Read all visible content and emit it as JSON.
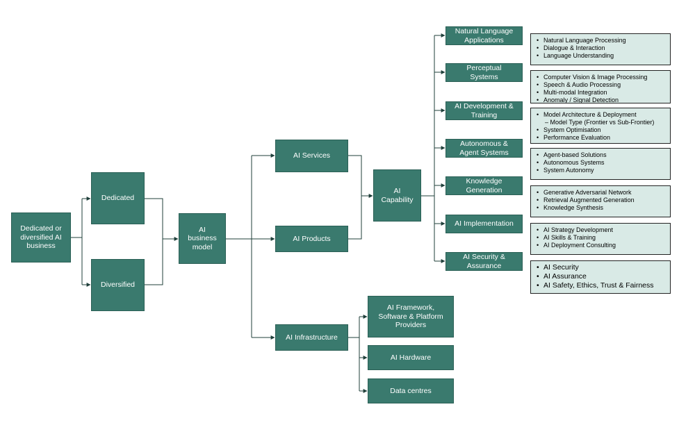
{
  "nodes": {
    "root": "Dedicated or\ndiversified AI\nbusiness",
    "dedicated": "Dedicated",
    "diversified": "Diversified",
    "business_model": "AI\nbusiness\nmodel",
    "services": "AI Services",
    "products": "AI Products",
    "infrastructure": "AI Infrastructure",
    "capability": "AI\nCapability",
    "framework": "AI Framework,\nSoftware & Platform\nProviders",
    "hardware": "AI Hardware",
    "data_centres": "Data centres",
    "cap_nla": "Natural Language\nApplications",
    "cap_perceptual": "Perceptual\nSystems",
    "cap_dev": "AI Development  &\nTraining",
    "cap_auto": "Autonomous  &\nAgent Systems",
    "cap_knowledge": "Knowledge\nGeneration",
    "cap_impl": "AI Implementation",
    "cap_security": "AI Security &\nAssurance"
  },
  "details": {
    "nla": [
      "Natural Language Processing",
      "Dialogue & Interaction",
      "Language Understanding"
    ],
    "perceptual": [
      "Computer Vision & Image Processing",
      "Speech & Audio Processing",
      "Multi-modal Integration",
      "Anomaly / Signal Detection"
    ],
    "dev": [
      "Model Architecture & Deployment",
      "– Model Type (Frontier vs Sub-Frontier)",
      "System Optimisation",
      "Performance Evaluation"
    ],
    "auto": [
      "Agent-based Solutions",
      "Autonomous Systems",
      "System Autonomy"
    ],
    "knowledge": [
      "Generative Adversarial Network",
      "Retrieval Augmented Generation",
      "Knowledge Synthesis"
    ],
    "impl": [
      "AI Strategy Development",
      "AI Skills & Training",
      "AI Deployment Consulting"
    ],
    "security": [
      "AI Security",
      "AI Assurance",
      "AI Safety, Ethics, Trust & Fairness"
    ]
  },
  "colors": {
    "box_fill": "#3a7a6e",
    "detail_fill": "#d9eae6",
    "connector": "#1f3f3a"
  }
}
